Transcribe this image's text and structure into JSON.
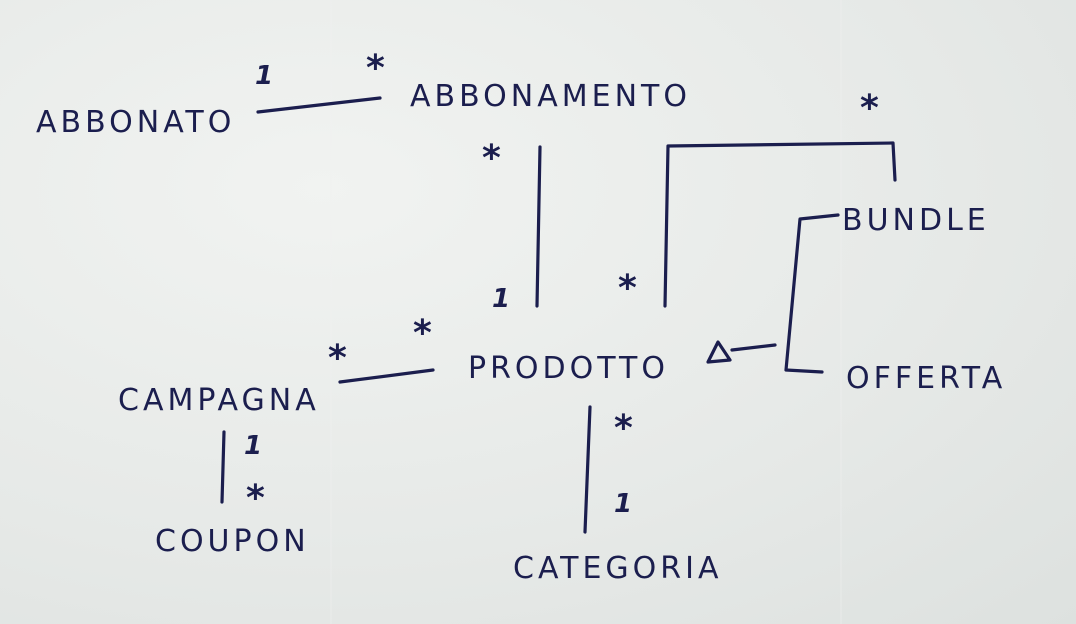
{
  "entities": {
    "abbonato": "ABBONATO",
    "abbonamento": "ABBONAMENTO",
    "bundle": "BUNDLE",
    "prodotto": "PRODOTTO",
    "offerta": "OFFERTA",
    "campagna": "CAMPAGNA",
    "coupon": "COUPON",
    "categoria": "CATEGORIA"
  },
  "multiplicities": {
    "abbonato_abbonamento_one": "1",
    "abbonato_abbonamento_many": "*",
    "abbonamento_prodotto_many": "*",
    "abbonamento_prodotto_one": "1",
    "bundle_many": "*",
    "bundle_prodotto_many": "*",
    "campagna_prodotto_many_left": "*",
    "campagna_prodotto_many_right": "*",
    "campagna_coupon_one": "1",
    "campagna_coupon_many": "*",
    "prodotto_categoria_many": "*",
    "prodotto_categoria_one": "1"
  },
  "colors": {
    "ink": "#1b1e4e",
    "paper": "#e9ecea"
  }
}
